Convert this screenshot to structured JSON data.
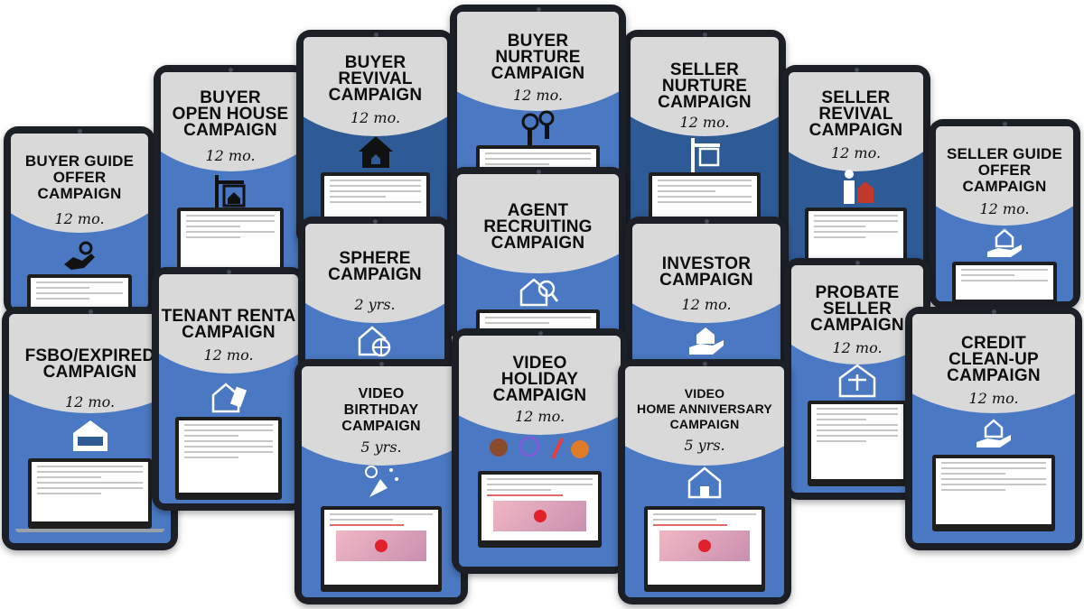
{
  "palette": {
    "screen_blue": "#4a78c2",
    "screen_dark": "#2e5a96",
    "cap_gray": "#d9d9d9",
    "bezel": "#1c1f26"
  },
  "tablets": {
    "buyer_guide": {
      "title": "BUYER GUIDE\nOFFER\nCAMPAIGN",
      "duration": "12 mo.",
      "icon": "hand-key-icon"
    },
    "buyer_open_house": {
      "title": "BUYER\nOPEN HOUSE\nCAMPAIGN",
      "duration": "12 mo.",
      "icon": "house-sign-icon"
    },
    "buyer_revival": {
      "title": "BUYER\nREVIVAL\nCAMPAIGN",
      "duration": "12 mo.",
      "icon": "house-icon"
    },
    "buyer_nurture": {
      "title": "BUYER\nNURTURE\nCAMPAIGN",
      "duration": "12 mo.",
      "icon": "keys-icon"
    },
    "seller_nurture": {
      "title": "SELLER\nNURTURE\nCAMPAIGN",
      "duration": "12 mo.",
      "icon": "for-sale-sign-icon"
    },
    "seller_revival": {
      "title": "SELLER\nREVIVAL\nCAMPAIGN",
      "duration": "12 mo.",
      "icon": "person-house-icon"
    },
    "seller_guide": {
      "title": "SELLER GUIDE\nOFFER\nCAMPAIGN",
      "duration": "12 mo.",
      "icon": "hand-house-icon"
    },
    "fsbo_expired": {
      "title": "FSBO/EXPIRED\nCAMPAIGN",
      "duration": "12 mo.",
      "icon": "for-sale-tag-icon"
    },
    "tenant_rental": {
      "title": "TENANT RENTA\nCAMPAIGN",
      "duration": "12 mo.",
      "icon": "rent-tag-icon"
    },
    "sphere": {
      "title": "SPHERE\nCAMPAIGN",
      "duration": "2 yrs.",
      "icon": "house-globe-icon"
    },
    "agent_recruiting": {
      "title": "AGENT\nRECRUITING\nCAMPAIGN",
      "duration": "",
      "icon": "house-search-icon"
    },
    "investor": {
      "title": "INVESTOR\nCAMPAIGN",
      "duration": "12 mo.",
      "icon": "hand-house-key-icon"
    },
    "probate_seller": {
      "title": "PROBATE\nSELLER\nCAMPAIGN",
      "duration": "12 mo.",
      "icon": "scales-house-icon"
    },
    "credit_cleanup": {
      "title": "CREDIT\nCLEAN-UP\nCAMPAIGN",
      "duration": "12 mo.",
      "icon": "hand-house-icon"
    },
    "video_birthday": {
      "title": "VIDEO\nBIRTHDAY\nCAMPAIGN",
      "duration": "5 yrs.",
      "icon": "confetti-icon"
    },
    "video_holiday": {
      "title": "VIDEO\nHOLIDAY\nCAMPAIGN",
      "duration": "12 mo.",
      "icon": "holiday-icons"
    },
    "video_anniversary": {
      "title": "VIDEO\nHOME ANNIVERSARY\nCAMPAIGN",
      "duration": "5 yrs.",
      "icon": "house-confetti-icon"
    }
  }
}
